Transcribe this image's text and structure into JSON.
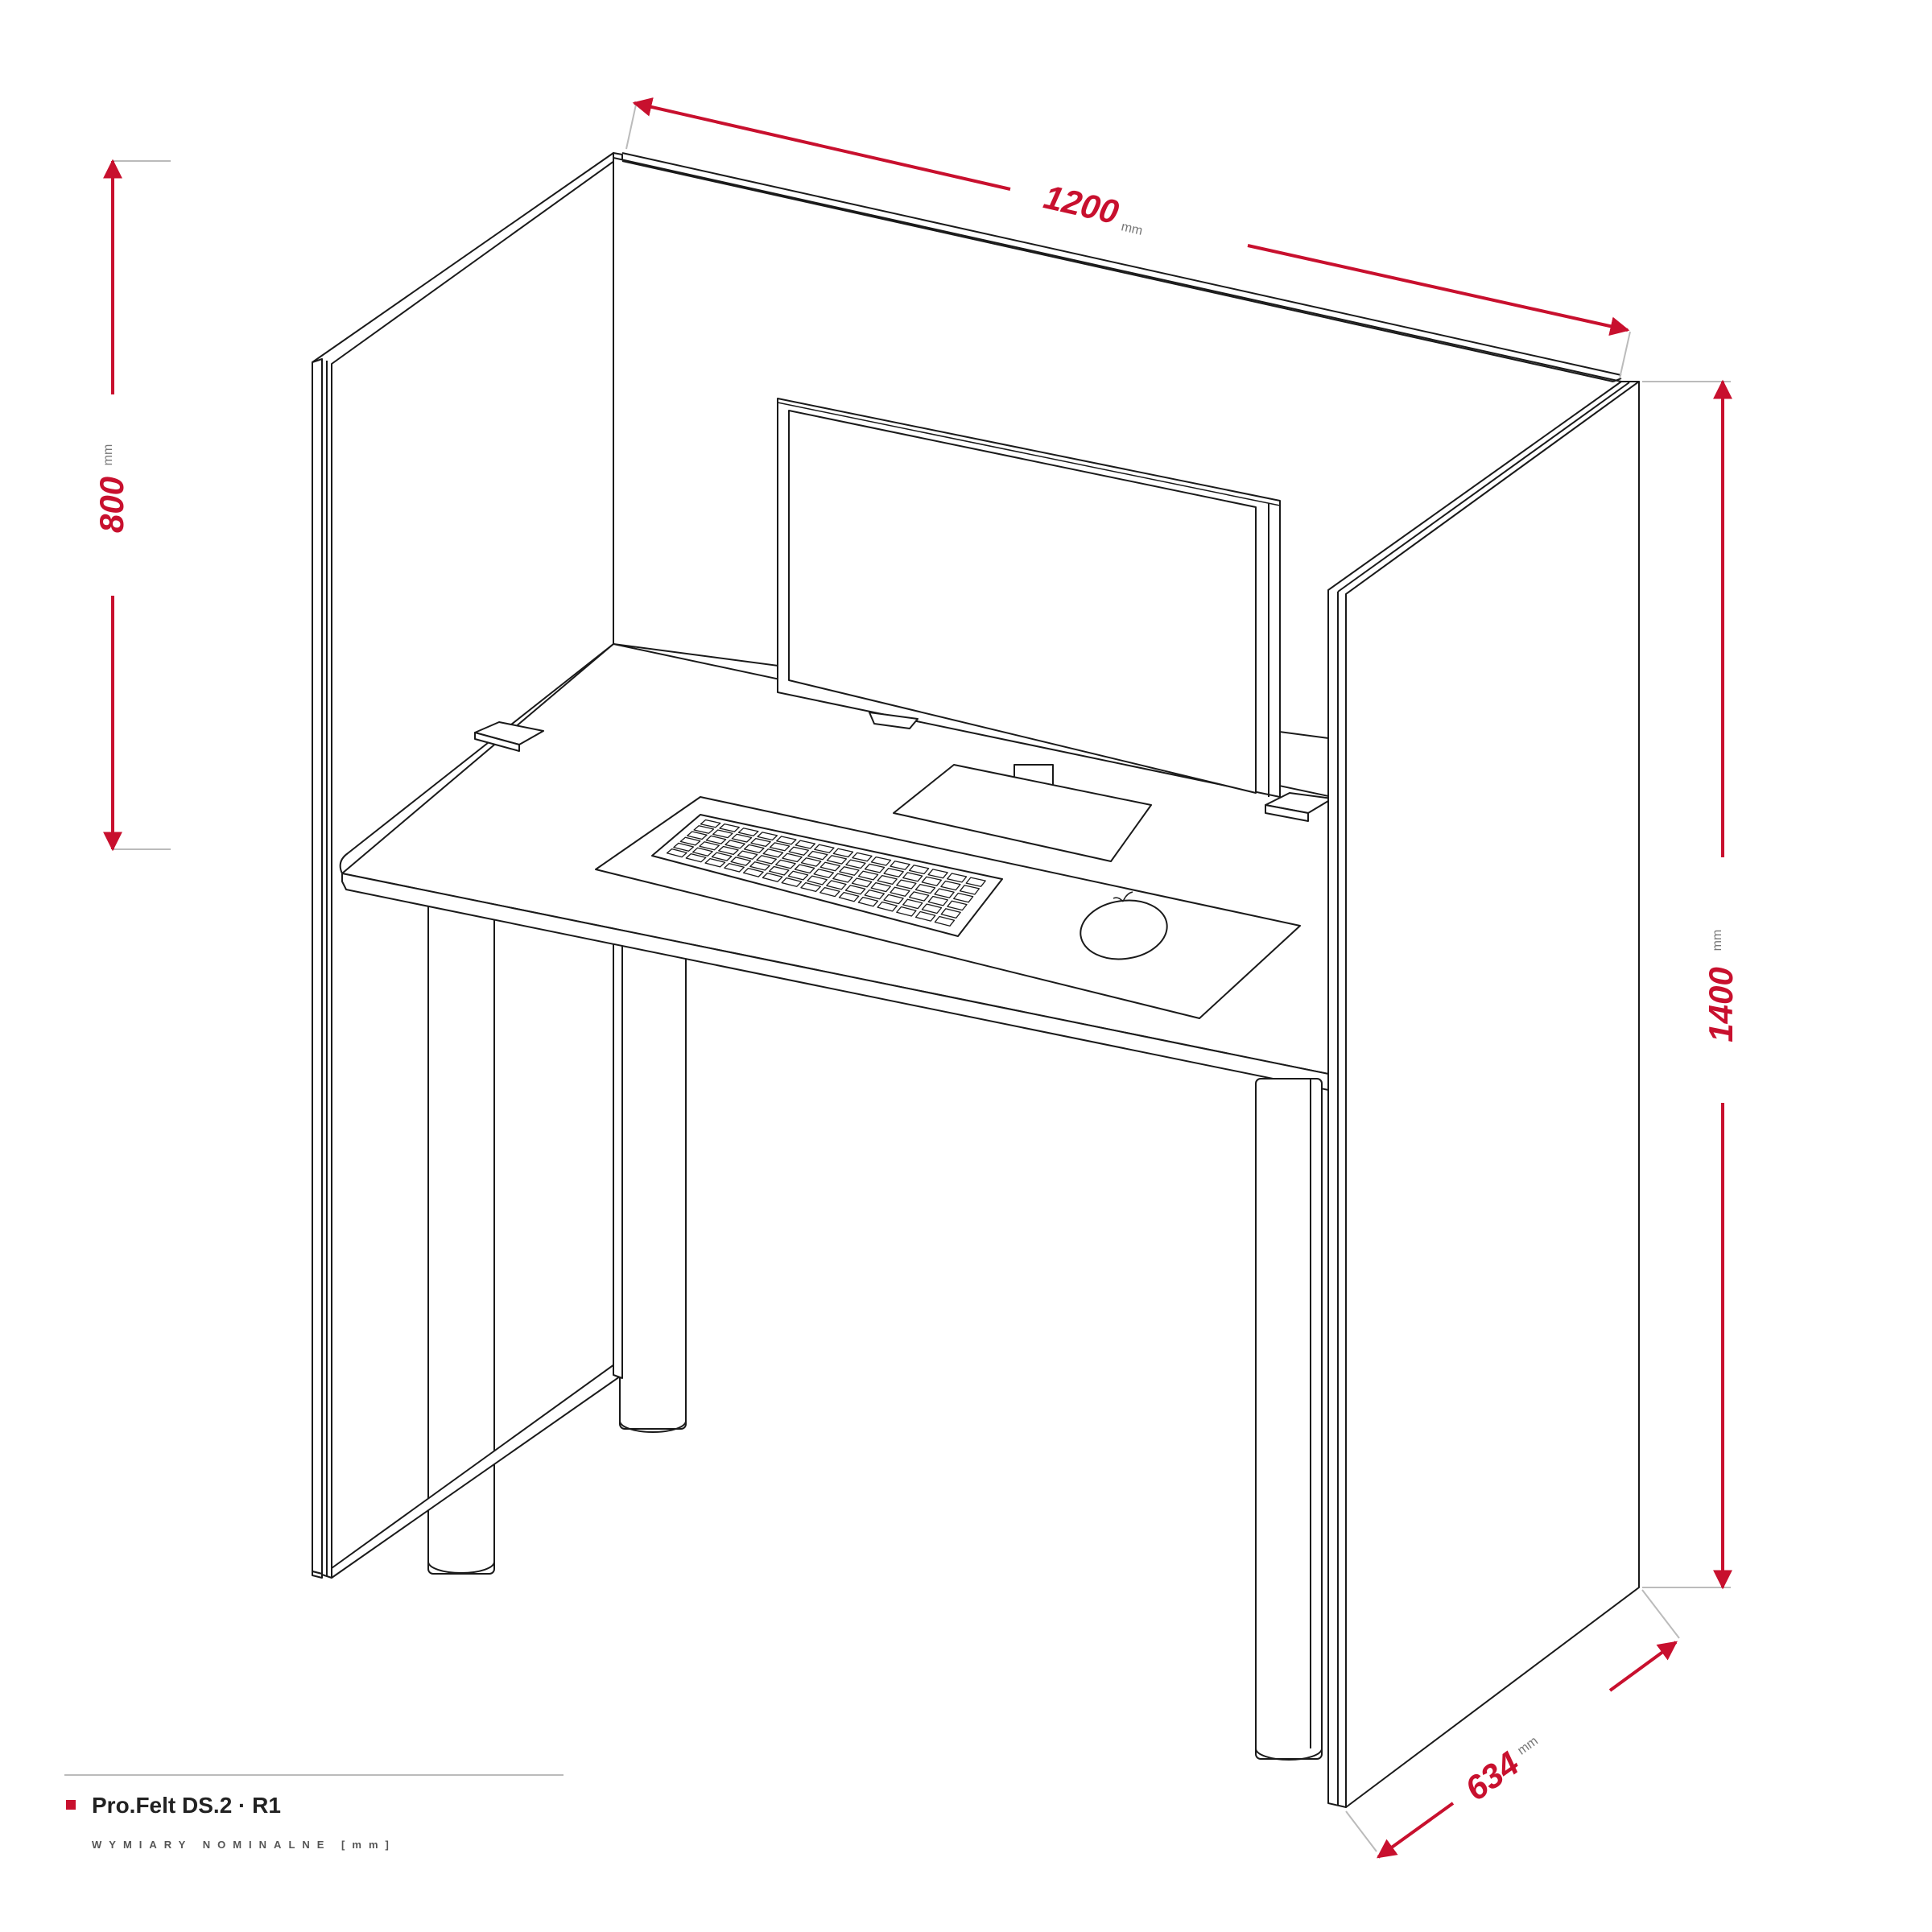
{
  "colors": {
    "accent": "#c8102e",
    "line": "#1a1a1a",
    "extension": "#bbbbbb",
    "caption_text": "#222222",
    "caption_sub": "#555555"
  },
  "dimensions": {
    "width": {
      "value": "1200",
      "unit": "mm"
    },
    "height_screen": {
      "value": "800",
      "unit": "mm"
    },
    "height_total": {
      "value": "1400",
      "unit": "mm"
    },
    "depth": {
      "value": "634",
      "unit": "mm"
    }
  },
  "caption": {
    "title": "Pro.Felt DS.2 · R1",
    "subtitle": "WYMIARY NOMINALNE [mm]"
  }
}
